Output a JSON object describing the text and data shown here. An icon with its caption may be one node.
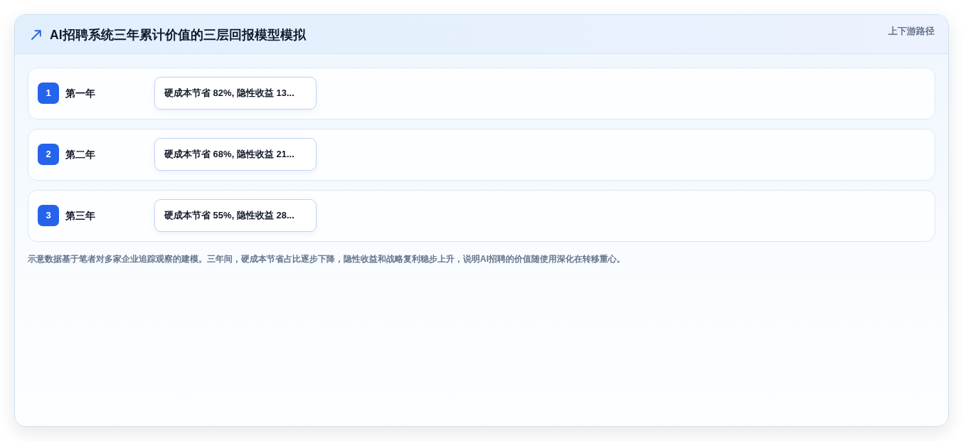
{
  "diagram": {
    "title": "AI招聘系统三年累计价值的三层回报模型模拟",
    "caption": "示意数据基于笔者对多家企业追踪观察的建模。三年间，硬成本节省占比逐步下降，隐性收益和战略复利稳步上升，说明AI招聘的价值随使用深化在转移重心。",
    "nodes": [
      {
        "text": [
          "第一年"
        ]
      },
      {
        "text": [
          "1"
        ],
        "in": 0
      },
      {
        "text": [
          "硬成本节省 82%, 隐性收益 13..."
        ],
        "in": 0
      },
      {
        "text": [
          "第二年"
        ]
      },
      {
        "text": [
          "2"
        ],
        "in": 3
      },
      {
        "text": [
          "硬成本节省 68%, 隐性收益 21..."
        ],
        "in": 3
      },
      {
        "text": [
          "第三年"
        ]
      },
      {
        "text": [
          "3"
        ],
        "in": 6
      },
      {
        "text": [
          "硬成本节省 55%, 隐性收益 28..."
        ],
        "in": 6
      }
    ],
    "labels": [
      "上下游路径"
    ]
  }
}
